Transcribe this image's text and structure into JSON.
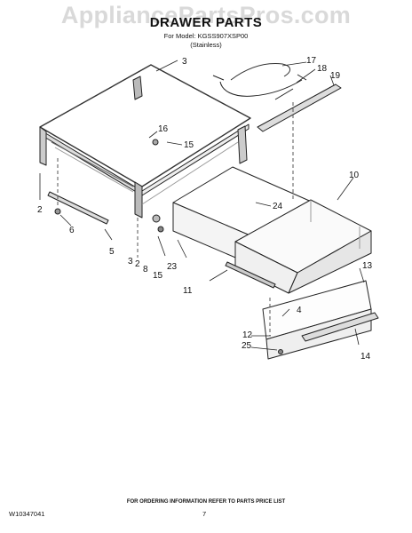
{
  "watermark": "AppliancePartsPros.com",
  "header": {
    "title": "DRAWER PARTS",
    "model": "For Model: KGSS907XSP00",
    "finish": "(Stainless)"
  },
  "callouts": [
    {
      "id": "c3a",
      "text": "3"
    },
    {
      "id": "c17",
      "text": "17"
    },
    {
      "id": "c18",
      "text": "18"
    },
    {
      "id": "c19",
      "text": "19"
    },
    {
      "id": "c16",
      "text": "16"
    },
    {
      "id": "c15a",
      "text": "15"
    },
    {
      "id": "c10",
      "text": "10"
    },
    {
      "id": "c24",
      "text": "24"
    },
    {
      "id": "c2a",
      "text": "2"
    },
    {
      "id": "c6",
      "text": "6"
    },
    {
      "id": "c5",
      "text": "5"
    },
    {
      "id": "c3b",
      "text": "3"
    },
    {
      "id": "c2b",
      "text": "2"
    },
    {
      "id": "c8",
      "text": "8"
    },
    {
      "id": "c15b",
      "text": "15"
    },
    {
      "id": "c23",
      "text": "23"
    },
    {
      "id": "c11",
      "text": "11"
    },
    {
      "id": "c13",
      "text": "13"
    },
    {
      "id": "c4",
      "text": "4"
    },
    {
      "id": "c12",
      "text": "12"
    },
    {
      "id": "c25",
      "text": "25"
    },
    {
      "id": "c14",
      "text": "14"
    }
  ],
  "footer": {
    "note": "FOR ORDERING INFORMATION REFER TO PARTS PRICE LIST",
    "doc_number": "W10347041",
    "page_number": "7"
  }
}
